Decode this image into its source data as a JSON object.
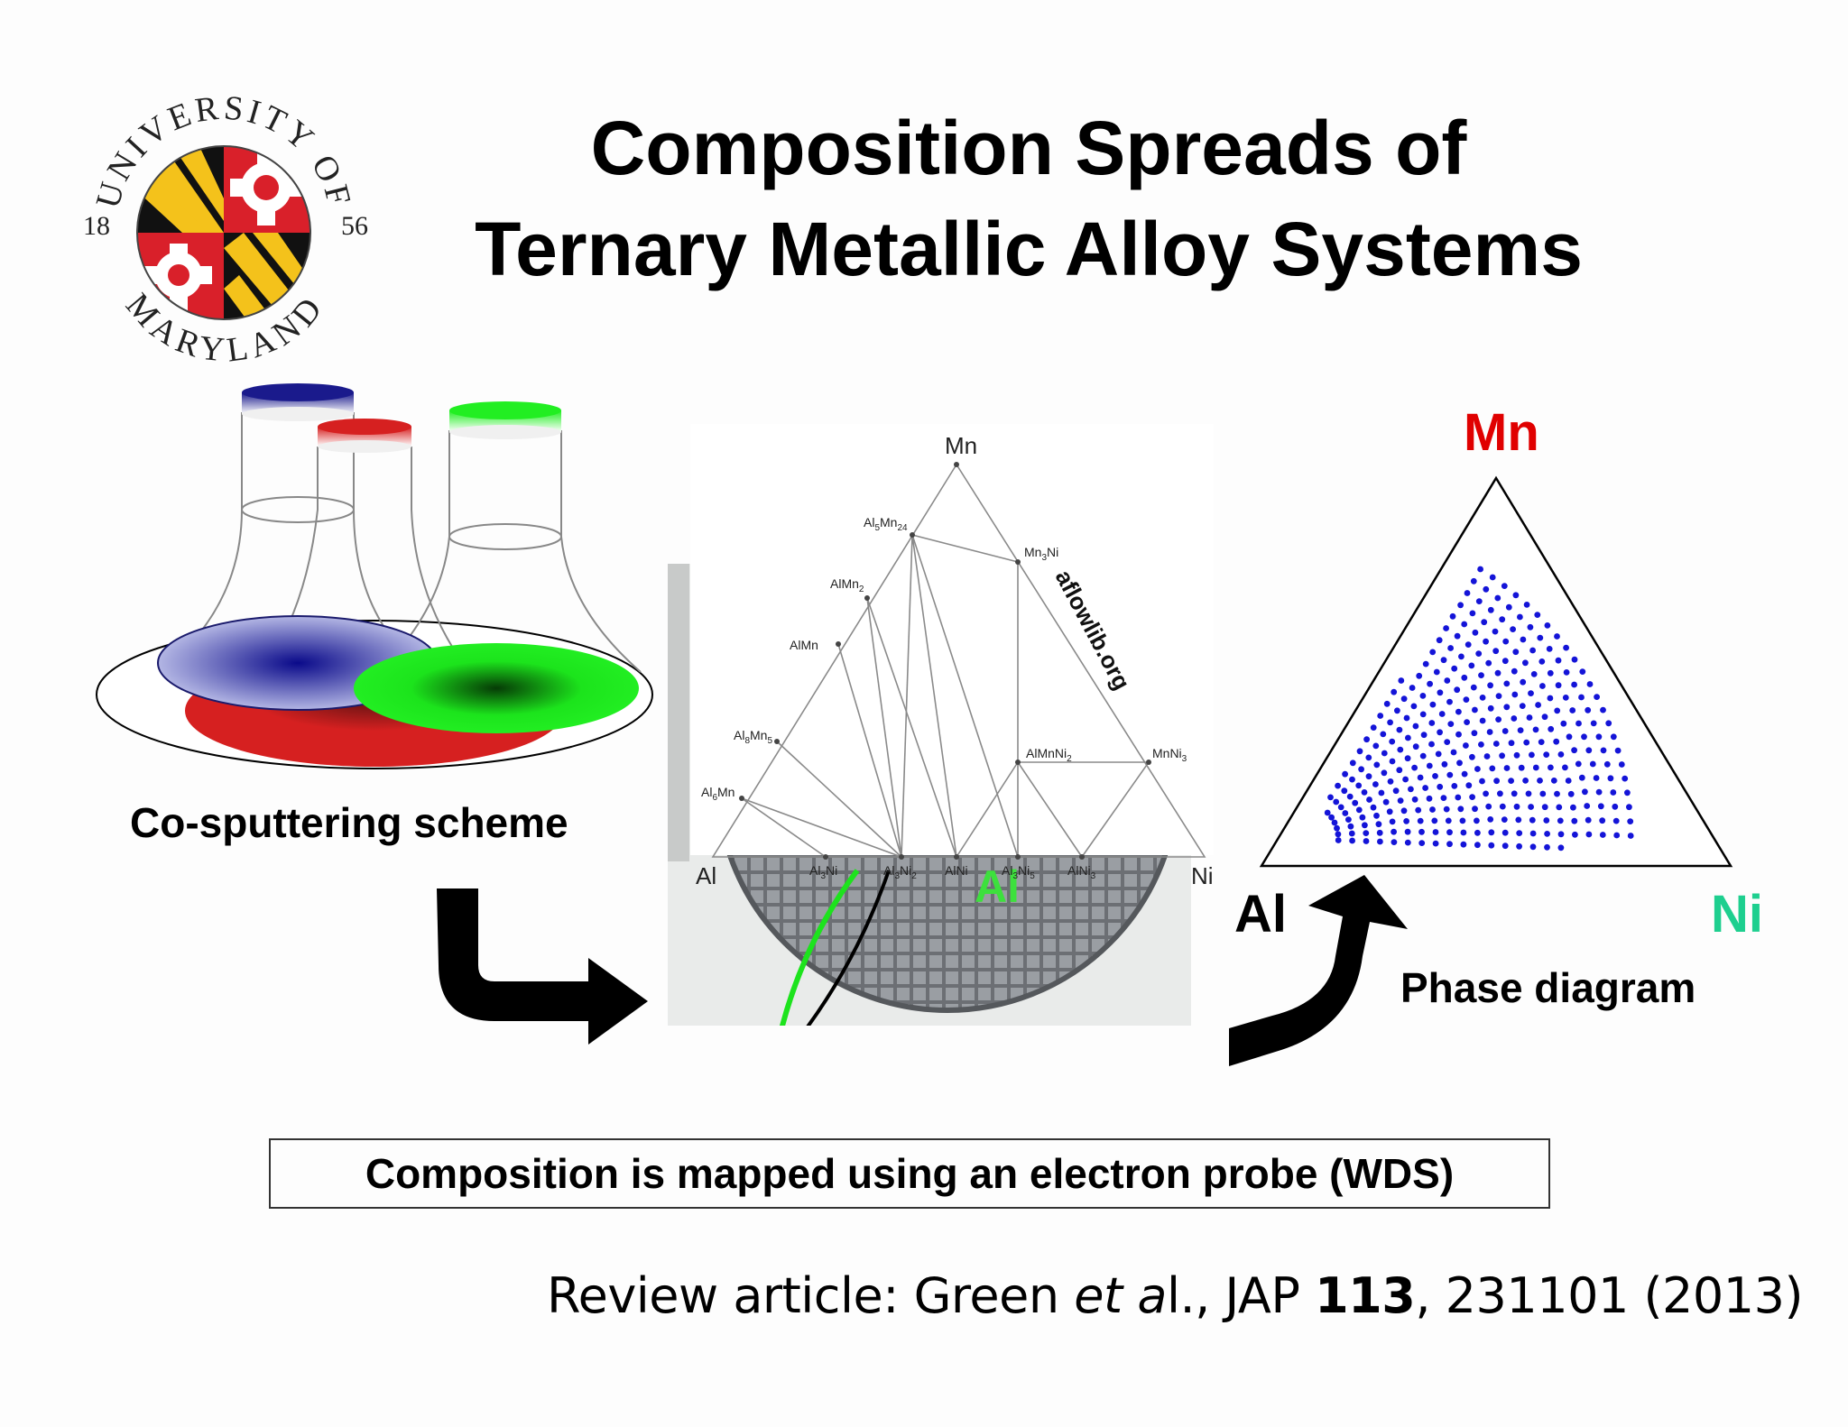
{
  "slide": {
    "title_line1": "Composition Spreads of",
    "title_line2": "Ternary Metallic Alloy Systems"
  },
  "logo": {
    "top_text": "UNIVERSITY OF",
    "bottom_text": "MARYLAND",
    "year_left": "18",
    "year_right": "56",
    "colors": {
      "red": "#d9202a",
      "gold": "#f4c21b",
      "black": "#111111",
      "white": "#ffffff"
    }
  },
  "sputter": {
    "caption": "Co-sputtering scheme",
    "target_colors": {
      "blue": "#1a1a8c",
      "red": "#d62020",
      "green": "#22ee22"
    }
  },
  "phase_diagram": {
    "watermark": "aflowlib.org",
    "vertices": {
      "top": "Mn",
      "left": "Al",
      "right": "Ni"
    },
    "wafer_label": "Al"
  },
  "ternary": {
    "caption": "Phase diagram",
    "label_top": "Mn",
    "label_left": "Al",
    "label_right": "Ni",
    "label_colors": {
      "top": "#e00000",
      "left": "#000000",
      "right": "#1ecf8f"
    },
    "point_color": "#1414d8"
  },
  "note": {
    "box_text": "Composition is mapped using an electron probe (WDS)"
  },
  "reference": {
    "prefix": "Review article: Green ",
    "italic_et": "et",
    "italic_a": " a",
    "after": "l., JAP ",
    "volume": "113",
    "rest": ", 231101 (2013)"
  }
}
